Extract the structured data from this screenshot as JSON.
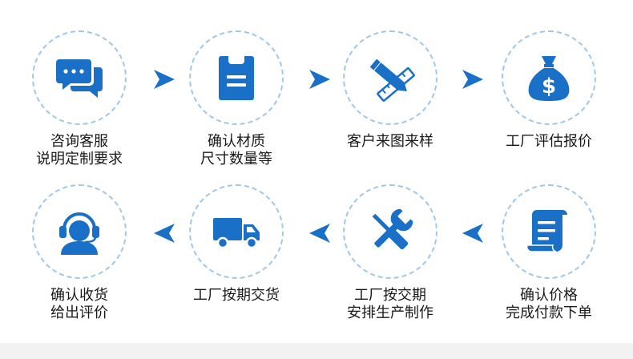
{
  "accent_color": "#1a6fc7",
  "circle_border_color": "#9ec8ea",
  "steps": [
    {
      "id": "consult",
      "icon": "chat-bubbles-icon",
      "line1": "咨询客服",
      "line2": "说明定制要求"
    },
    {
      "id": "material",
      "icon": "document-clipboard-icon",
      "line1": "确认材质",
      "line2": "尺寸数量等"
    },
    {
      "id": "design",
      "icon": "pencil-ruler-icon",
      "line1": "客户来图来样",
      "line2": ""
    },
    {
      "id": "quote",
      "icon": "money-bag-icon",
      "line1": "工厂评估报价",
      "line2": ""
    },
    {
      "id": "order",
      "icon": "receipt-icon",
      "line1": "确认价格",
      "line2": "完成付款下单"
    },
    {
      "id": "produce",
      "icon": "wrench-screwdriver-icon",
      "line1": "工厂按交期",
      "line2": "安排生产制作"
    },
    {
      "id": "deliver",
      "icon": "delivery-truck-icon",
      "line1": "工厂按期交货",
      "line2": ""
    },
    {
      "id": "receive",
      "icon": "customer-service-headset-icon",
      "line1": "确认收货",
      "line2": "给出评价"
    }
  ]
}
